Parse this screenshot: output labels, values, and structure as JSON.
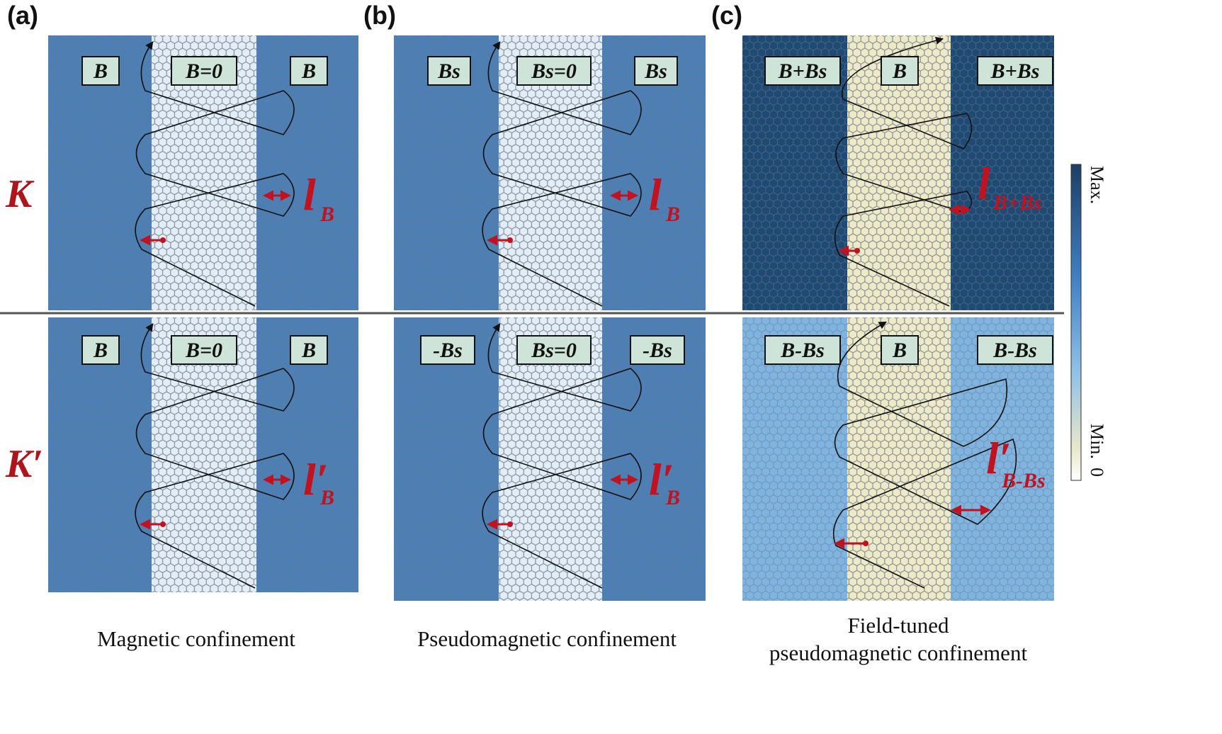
{
  "panels": [
    {
      "letter": "(a)",
      "caption": [
        "Magnetic confinement"
      ]
    },
    {
      "letter": "(b)",
      "caption": [
        "Pseudomagnetic confinement"
      ]
    },
    {
      "letter": "(c)",
      "caption": [
        "Field-tuned",
        "pseudomagnetic confinement"
      ]
    }
  ],
  "valleys": {
    "top": "K",
    "bottom": "K′"
  },
  "field_labels": {
    "a": {
      "top": [
        "B",
        "B=0",
        "B"
      ],
      "bottom": [
        "B",
        "B=0",
        "B"
      ]
    },
    "b": {
      "top": [
        "Bs",
        "Bs=0",
        "Bs"
      ],
      "bottom": [
        "-Bs",
        "Bs=0",
        "-Bs"
      ]
    },
    "c": {
      "top": [
        "B+Bs",
        "B",
        "B+Bs"
      ],
      "bottom": [
        "B-Bs",
        "B",
        "B-Bs"
      ]
    }
  },
  "lengths": {
    "a_top": {
      "main": "l",
      "sub": "B"
    },
    "a_bottom": {
      "main": "l′",
      "sub": "B"
    },
    "b_top": {
      "main": "l",
      "sub": "B"
    },
    "b_bottom": {
      "main": "l′",
      "sub": "B"
    },
    "c_top": {
      "main": "l",
      "sub": "B+Bs"
    },
    "c_bottom": {
      "main": "l′",
      "sub": "B-Bs"
    }
  },
  "colorbar": {
    "max": "Max.",
    "min": "Min.",
    "zero": "0"
  },
  "colors": {
    "dark_navy": "#1f4a74",
    "mid_blue": "#4b7fb5",
    "light_blue": "#7fb3e0",
    "pale_blue": "#e3edf6",
    "cream": "#efeac6",
    "label_box": "#cfe4d8",
    "accent_red": "#c1121f"
  }
}
